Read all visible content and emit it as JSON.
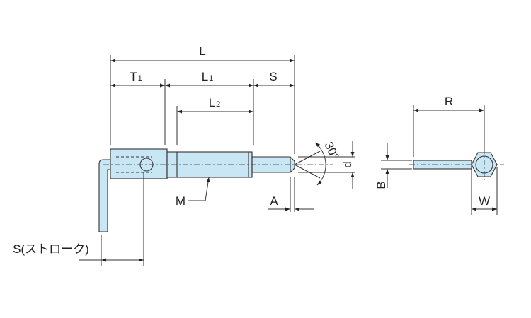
{
  "labels": {
    "L": "L",
    "T1_main": "T",
    "T1_sub": "1",
    "L1_main": "L",
    "L1_sub": "1",
    "S": "S",
    "L2_main": "L",
    "L2_sub": "2",
    "angle": "30°",
    "d": "d",
    "M": "M",
    "A": "A",
    "stroke": "S(ストローク)",
    "R": "R",
    "B": "B",
    "W": "W"
  },
  "colors": {
    "part_fill": "#c9e6f4",
    "line": "#333333"
  }
}
